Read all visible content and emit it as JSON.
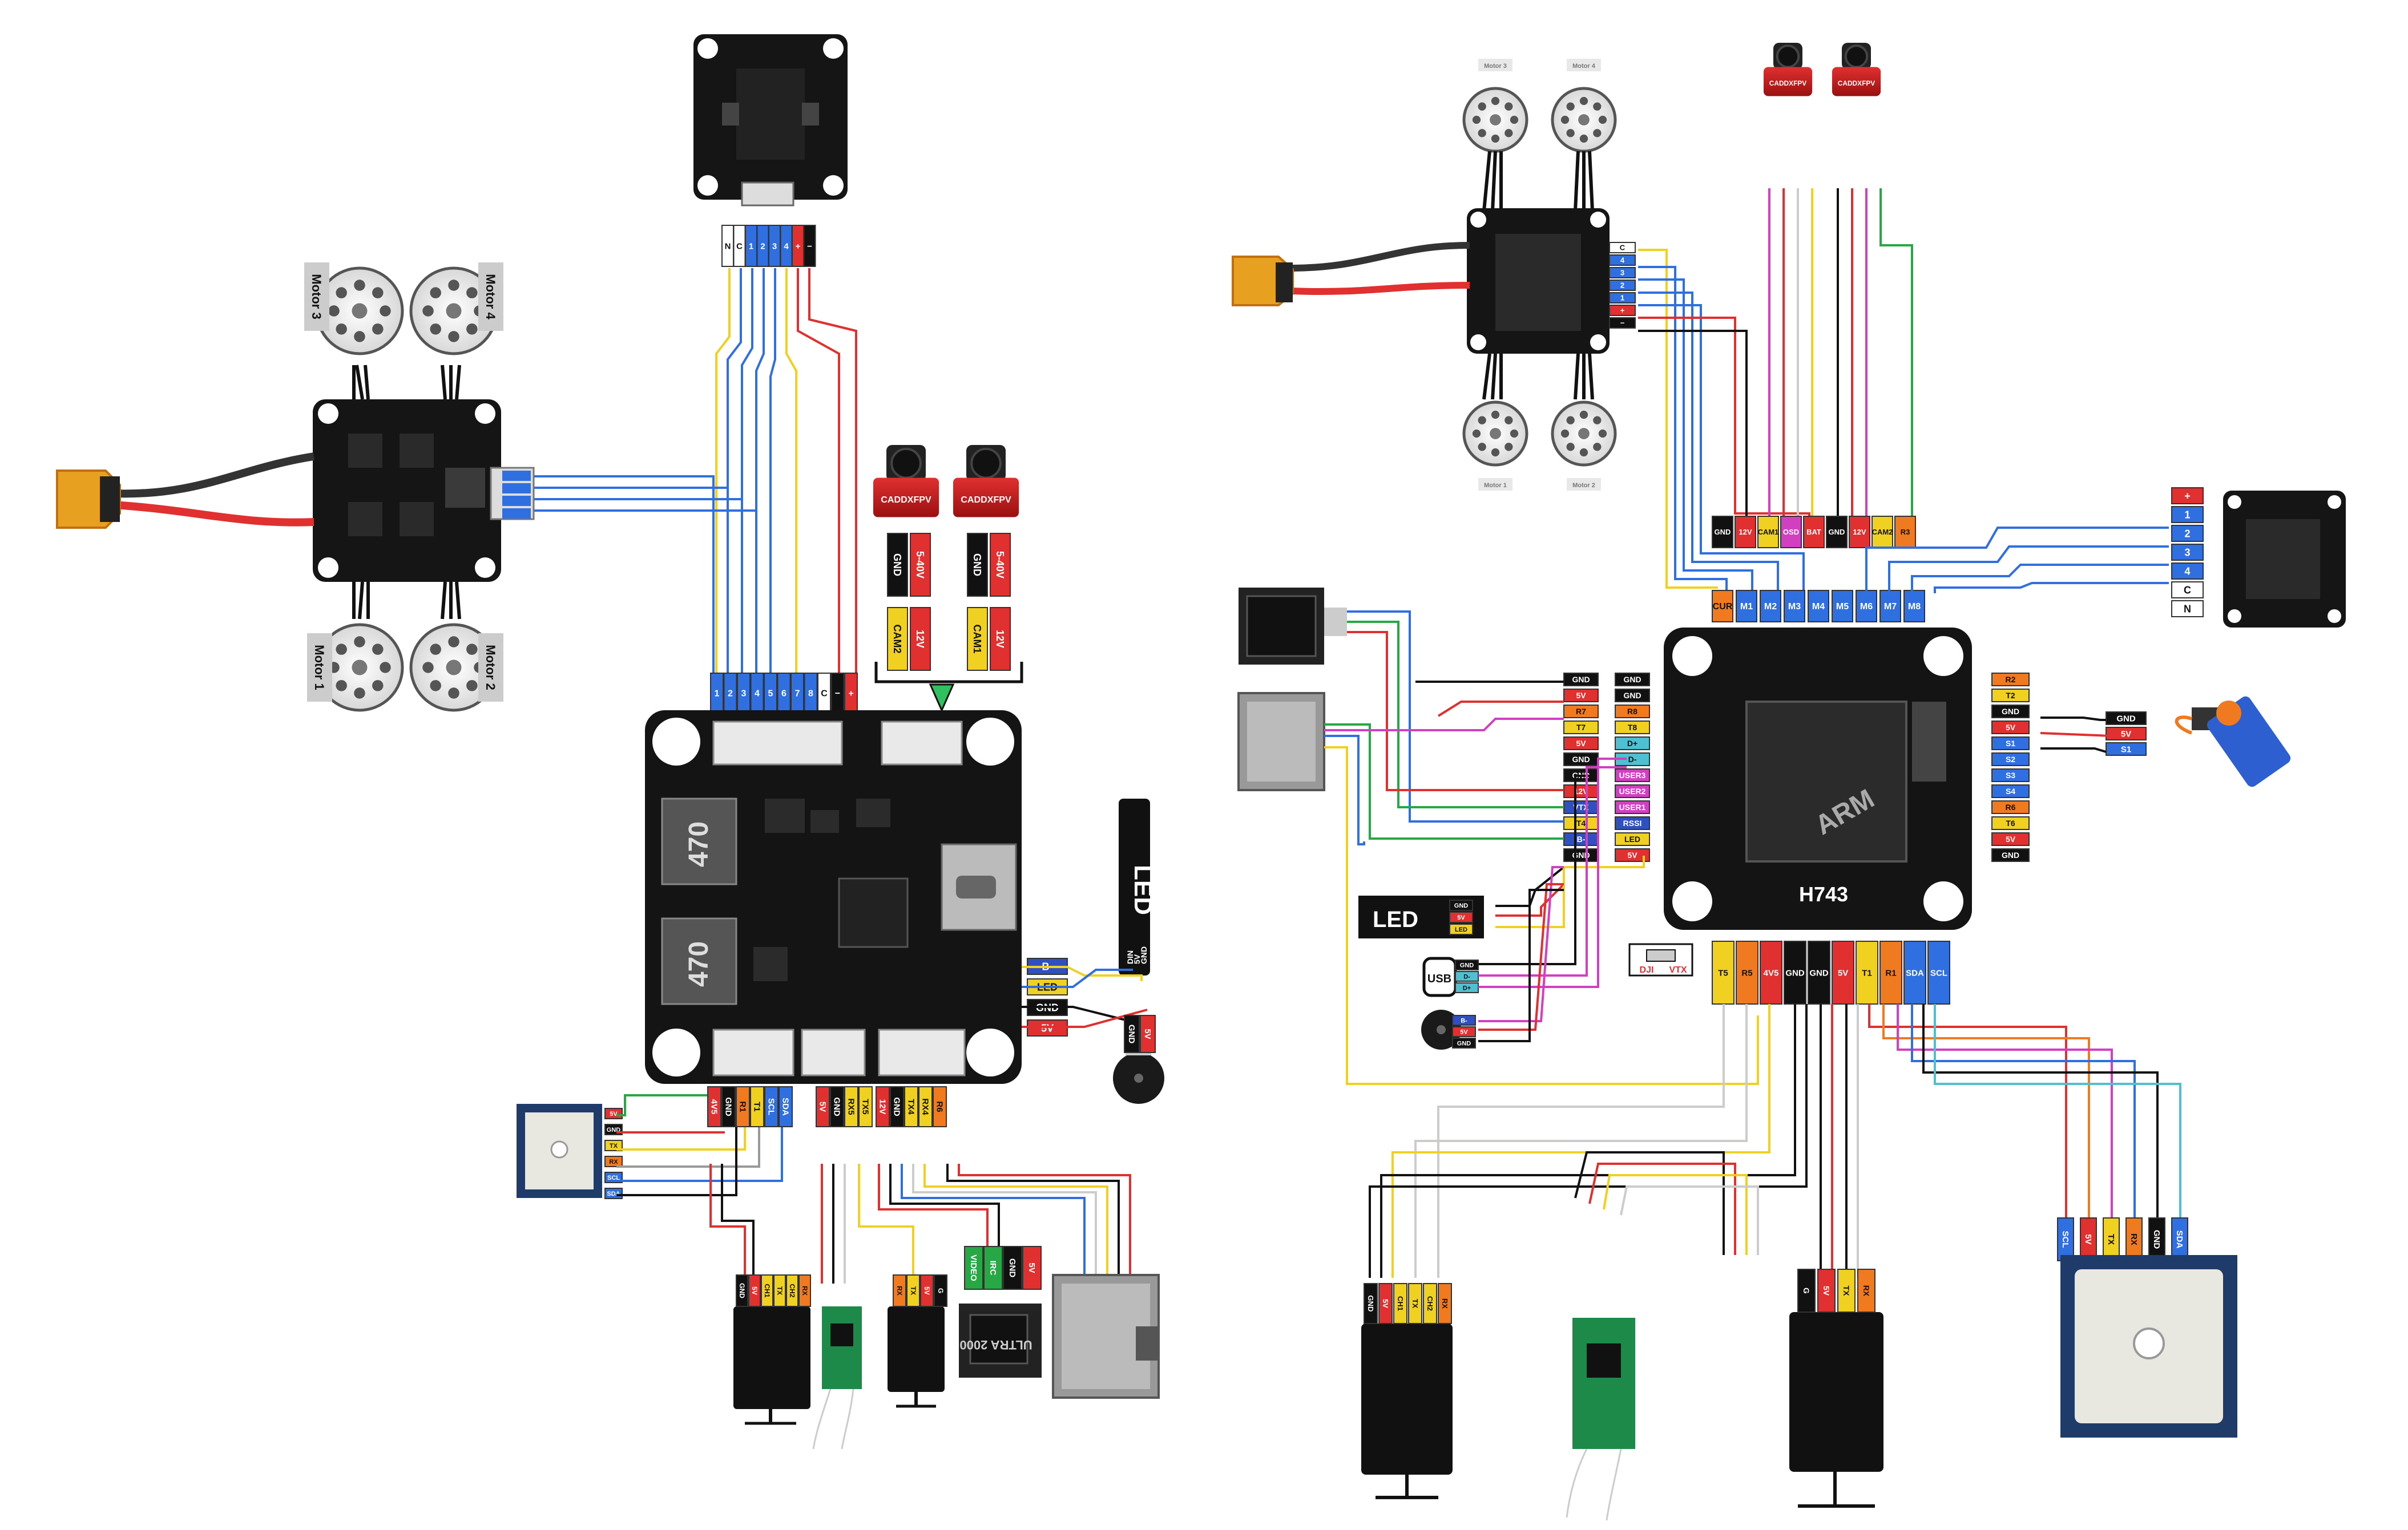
{
  "colors": {
    "board": "#141414",
    "board_pad": "#c8a24a",
    "wire_blue": "#2f6fe0",
    "wire_red": "#e03030",
    "wire_yellow": "#f0d020",
    "wire_green": "#27a844",
    "wire_black": "#111111",
    "wire_gray": "#b0b0b0",
    "wire_white": "#d8d8d8",
    "wire_pink": "#d040c0",
    "wire_orange": "#f07a20"
  },
  "left": {
    "motors": [
      {
        "label": "Motor 3"
      },
      {
        "label": "Motor 4"
      },
      {
        "label": "Motor 1"
      },
      {
        "label": "Motor 2"
      }
    ],
    "esc_connector": [
      "N",
      "C",
      "1",
      "2",
      "3",
      "4",
      "+",
      "−"
    ],
    "fc_connector": [
      "1",
      "2",
      "3",
      "4",
      "5",
      "6",
      "7",
      "8",
      "C",
      "−",
      "+"
    ],
    "cameras": [
      {
        "brand": "CADDXFPV",
        "pins": [
          "5-40V",
          "GND",
          "GND",
          "CAM2",
          "12V"
        ]
      },
      {
        "brand": "CADDXFPV",
        "pins": [
          "5-40V",
          "GND",
          "GND",
          "CAM1",
          "12V"
        ]
      }
    ],
    "inductors": [
      "470",
      "470"
    ],
    "led_label": "LED",
    "led_strip_pins": [
      "DIN",
      "5V",
      "GND"
    ],
    "usb_side_pads": [
      "B-",
      "LED",
      "GND",
      "5V"
    ],
    "buzzer_pins": [
      "GND",
      "5V"
    ],
    "gps_wires": [
      "5V",
      "GND",
      "TX",
      "RX",
      "SCL",
      "SDA"
    ],
    "bottom_pads_group1": [
      "4V5",
      "GND",
      "R1",
      "T1",
      "SCL",
      "SDA"
    ],
    "bottom_pads_group2": [
      "5V",
      "GND",
      "RX5",
      "TX5"
    ],
    "bottom_pads_group3": [
      "12V",
      "GND",
      "TX4",
      "RX4",
      "R6"
    ],
    "rx1_pins": [
      "GND",
      "5V",
      "CH1",
      "TX",
      "CH2",
      "RX"
    ],
    "rx3_pins": [
      "RX",
      "TX",
      "5V",
      "G"
    ],
    "vtx_label": "ULTRA 2000",
    "vtx_pins": [
      "VIDEO",
      "IRC",
      "GND",
      "5V"
    ]
  },
  "right": {
    "motor_labels": [
      "Motor 3",
      "Motor 4",
      "Motor 1",
      "Motor 2"
    ],
    "cameras": [
      {
        "brand": "CADDXFPV"
      },
      {
        "brand": "CADDXFPV"
      }
    ],
    "esc_pads": [
      "C",
      "4",
      "3",
      "2",
      "1",
      "+",
      "−"
    ],
    "top_row": [
      "GND",
      "12V",
      "CAM1",
      "OSD",
      "BAT",
      "GND",
      "12V",
      "CAM2",
      "R3"
    ],
    "motor_row": [
      "CUR",
      "M1",
      "M2",
      "M3",
      "M4",
      "M5",
      "M6",
      "M7",
      "M8"
    ],
    "left_col_a": [
      "GND",
      "5V",
      "R7",
      "T7",
      "5V",
      "GND",
      "GND",
      "12V",
      "VTX",
      "T4",
      "B-",
      "GND"
    ],
    "left_col_b": [
      "GND",
      "GND",
      "R8",
      "T8",
      "D+",
      "D-",
      "USER3",
      "USER2",
      "USER1",
      "RSSI",
      "LED",
      "5V"
    ],
    "right_col": [
      "R2",
      "T2",
      "GND",
      "5V",
      "S1",
      "S2",
      "S3",
      "S4",
      "R6",
      "T6",
      "5V",
      "GND"
    ],
    "bottom_row": [
      "T5",
      "R5",
      "4V5",
      "GND",
      "GND",
      "5V",
      "T1",
      "R1",
      "SDA",
      "SCL"
    ],
    "fc_name": "H743",
    "mcu_text": "ARM",
    "led_label": "LED",
    "led_pins": [
      "GND",
      "5V",
      "LED"
    ],
    "usb_label": "USB",
    "usb_pins": [
      "GND",
      "D-",
      "D+"
    ],
    "buzzer_pins": [
      "B-",
      "5V",
      "GND"
    ],
    "dji_label": "DJI",
    "dji_vtx": "VTX",
    "servo_pins": [
      "GND",
      "5V",
      "S1"
    ],
    "esc2_pads": [
      "+",
      "1",
      "2",
      "3",
      "4",
      "C",
      "N"
    ],
    "gps_pins": [
      "SCL",
      "5V",
      "TX",
      "RX",
      "GND",
      "SDA"
    ],
    "rx_left_pins": [
      "GND",
      "5V",
      "CH1",
      "TX",
      "CH2",
      "RX"
    ],
    "rx_right_pins": [
      "G",
      "5V",
      "TX",
      "RX"
    ]
  }
}
